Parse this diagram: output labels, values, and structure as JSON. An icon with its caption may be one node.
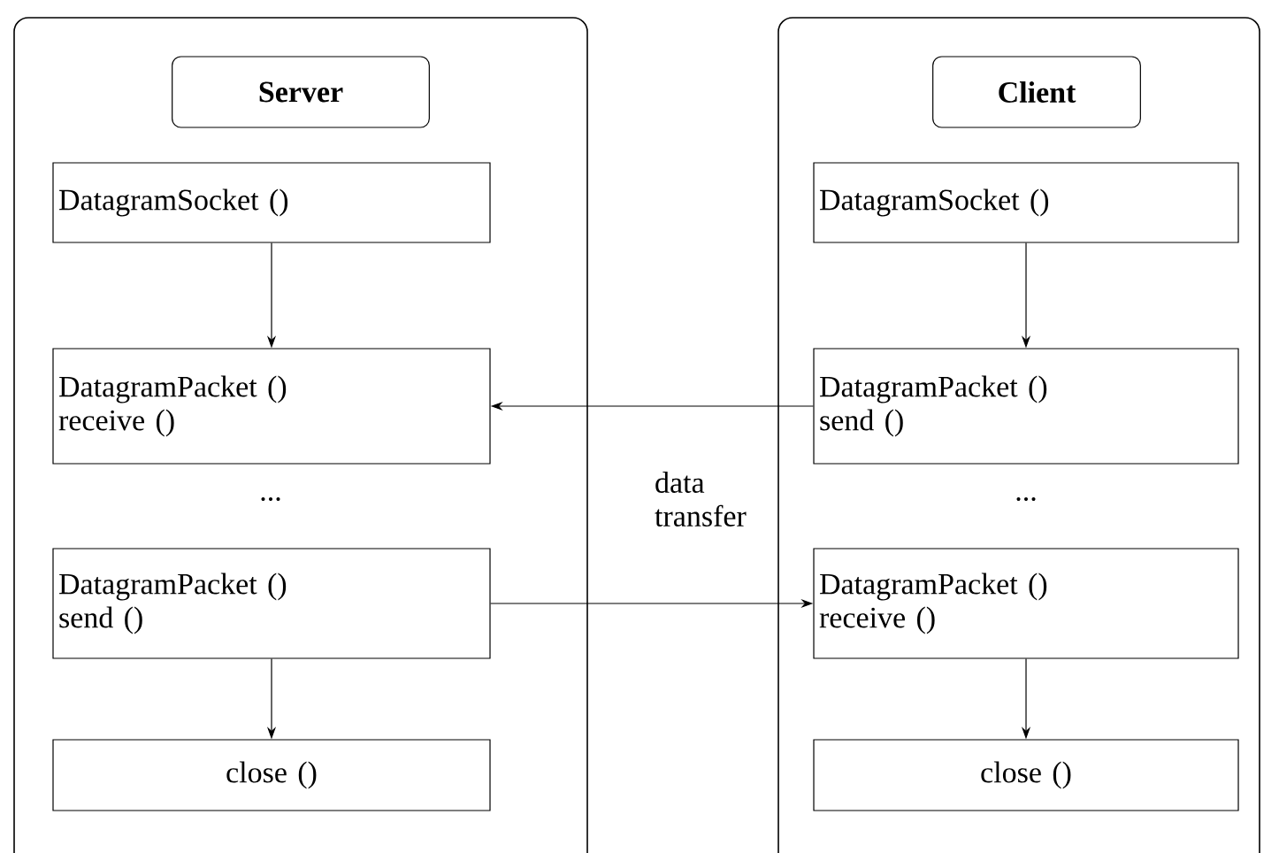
{
  "diagram": {
    "nodes": [
      {
        "text": [],
        "shape": "box"
      },
      {
        "text": [
          "Server"
        ],
        "in": 0
      },
      {
        "text": [
          "DatagramSocket ()"
        ],
        "in": 0
      },
      {
        "text": [
          "DatagramPacket ()",
          "receive ()"
        ],
        "in": 0
      },
      {
        "text": [
          "DatagramPacket ()",
          "send ()"
        ],
        "in": 0
      },
      {
        "text": [
          "close ()"
        ],
        "in": 0
      },
      {
        "text": [],
        "shape": "box"
      },
      {
        "text": [
          "Client"
        ],
        "in": 6
      },
      {
        "text": [
          "DatagramSocket ()"
        ],
        "in": 6
      },
      {
        "text": [
          "DatagramPacket ()",
          "send ()"
        ],
        "in": 6
      },
      {
        "text": [
          "DatagramPacket ()",
          "receive ()"
        ],
        "in": 6
      },
      {
        "text": [
          "close ()"
        ],
        "in": 6
      }
    ],
    "edges": [
      {
        "from": 2,
        "to": 3,
        "arrow": "to"
      },
      {
        "from": 4,
        "to": 5,
        "arrow": "to"
      },
      {
        "from": 8,
        "to": 9,
        "arrow": "to"
      },
      {
        "from": 10,
        "to": 11,
        "arrow": "to"
      },
      {
        "from": 9,
        "to": 3,
        "arrow": "to"
      },
      {
        "from": 4,
        "to": 10,
        "arrow": "to"
      }
    ],
    "labels": [
      "...",
      "data transfer",
      "..."
    ]
  }
}
